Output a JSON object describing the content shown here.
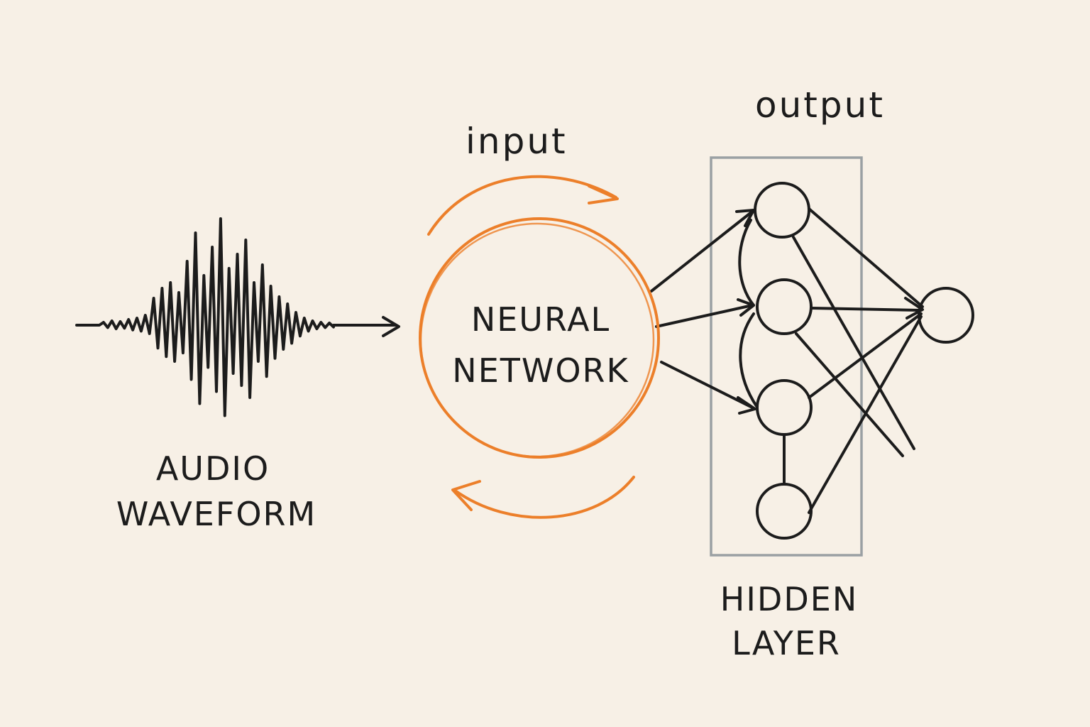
{
  "diagram": {
    "waveform_label": [
      "AUDIO",
      "WAVEFORM"
    ],
    "center_label": [
      "NEURAL",
      "NETWORK"
    ],
    "input_label": "input",
    "output_label": "output",
    "hidden_label": [
      "HIDDEN",
      "LAYER"
    ]
  },
  "colors": {
    "background": "#f7f0e6",
    "ink": "#1c1c1c",
    "accent": "#ec7f2a",
    "box": "#9aa0a3"
  }
}
